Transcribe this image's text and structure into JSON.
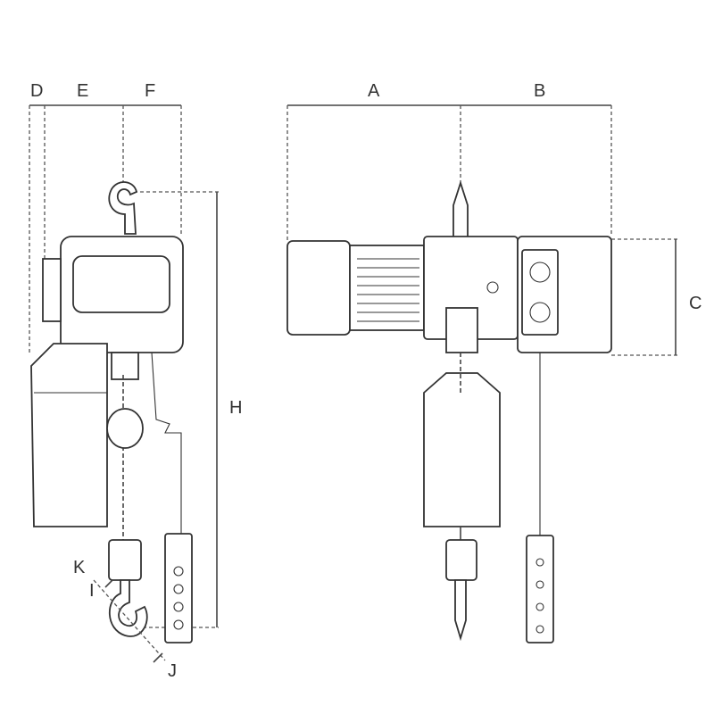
{
  "diagram": {
    "title": "Electric chain hoist dimension drawing",
    "side_view_labels": {
      "D": "D",
      "E": "E",
      "F": "F",
      "H": "H",
      "K": "K",
      "I": "I",
      "J": "J"
    },
    "front_view_labels": {
      "A": "A",
      "B": "B",
      "C": "C"
    },
    "colors": {
      "line": "#333333",
      "background": "#ffffff"
    }
  }
}
